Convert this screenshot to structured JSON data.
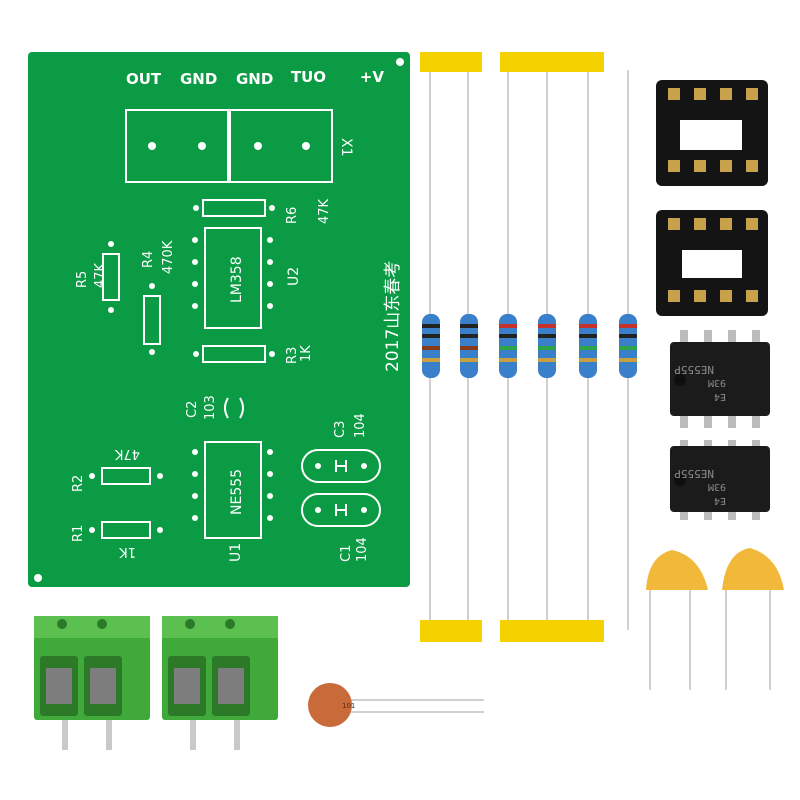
{
  "pcb": {
    "board_color": "#0b9b45",
    "silk_color": "#ffffff",
    "labels": {
      "out": "OUT",
      "gnd1": "GND",
      "gnd2": "GND",
      "vplus": "V+",
      "x1": "X1",
      "r6": "R6",
      "r6_val": "47K",
      "r4": "R4",
      "r4_val": "470K",
      "r5": "R5",
      "r5_val": "47K",
      "lm358": "LM358",
      "u2": "U2",
      "r3": "R3",
      "r3_val": "1K",
      "c2": "C2",
      "c2_val": "103",
      "c3": "C3",
      "c3_val": "104",
      "r2": "R2",
      "r2_val": "47K",
      "ne555": "NE555",
      "r1": "R1",
      "r1_val": "1K",
      "u1": "U1",
      "c1": "C1",
      "c1_val": "104",
      "title_line1": "2017山东春考",
      "title_line2": "信号产生与整形"
    }
  },
  "chips": {
    "marking": "NE555P",
    "line2": "93M",
    "line3": "E4"
  },
  "small_cap_label": "101",
  "colors": {
    "tape": "#f6d100",
    "terminal": "#3faa3a",
    "resistor_body": "#3a7fc9",
    "ceramic_cap": "#f2b83a",
    "disc_cap": "#c96a3a",
    "socket": "#141414",
    "chip": "#1b1b1b"
  }
}
